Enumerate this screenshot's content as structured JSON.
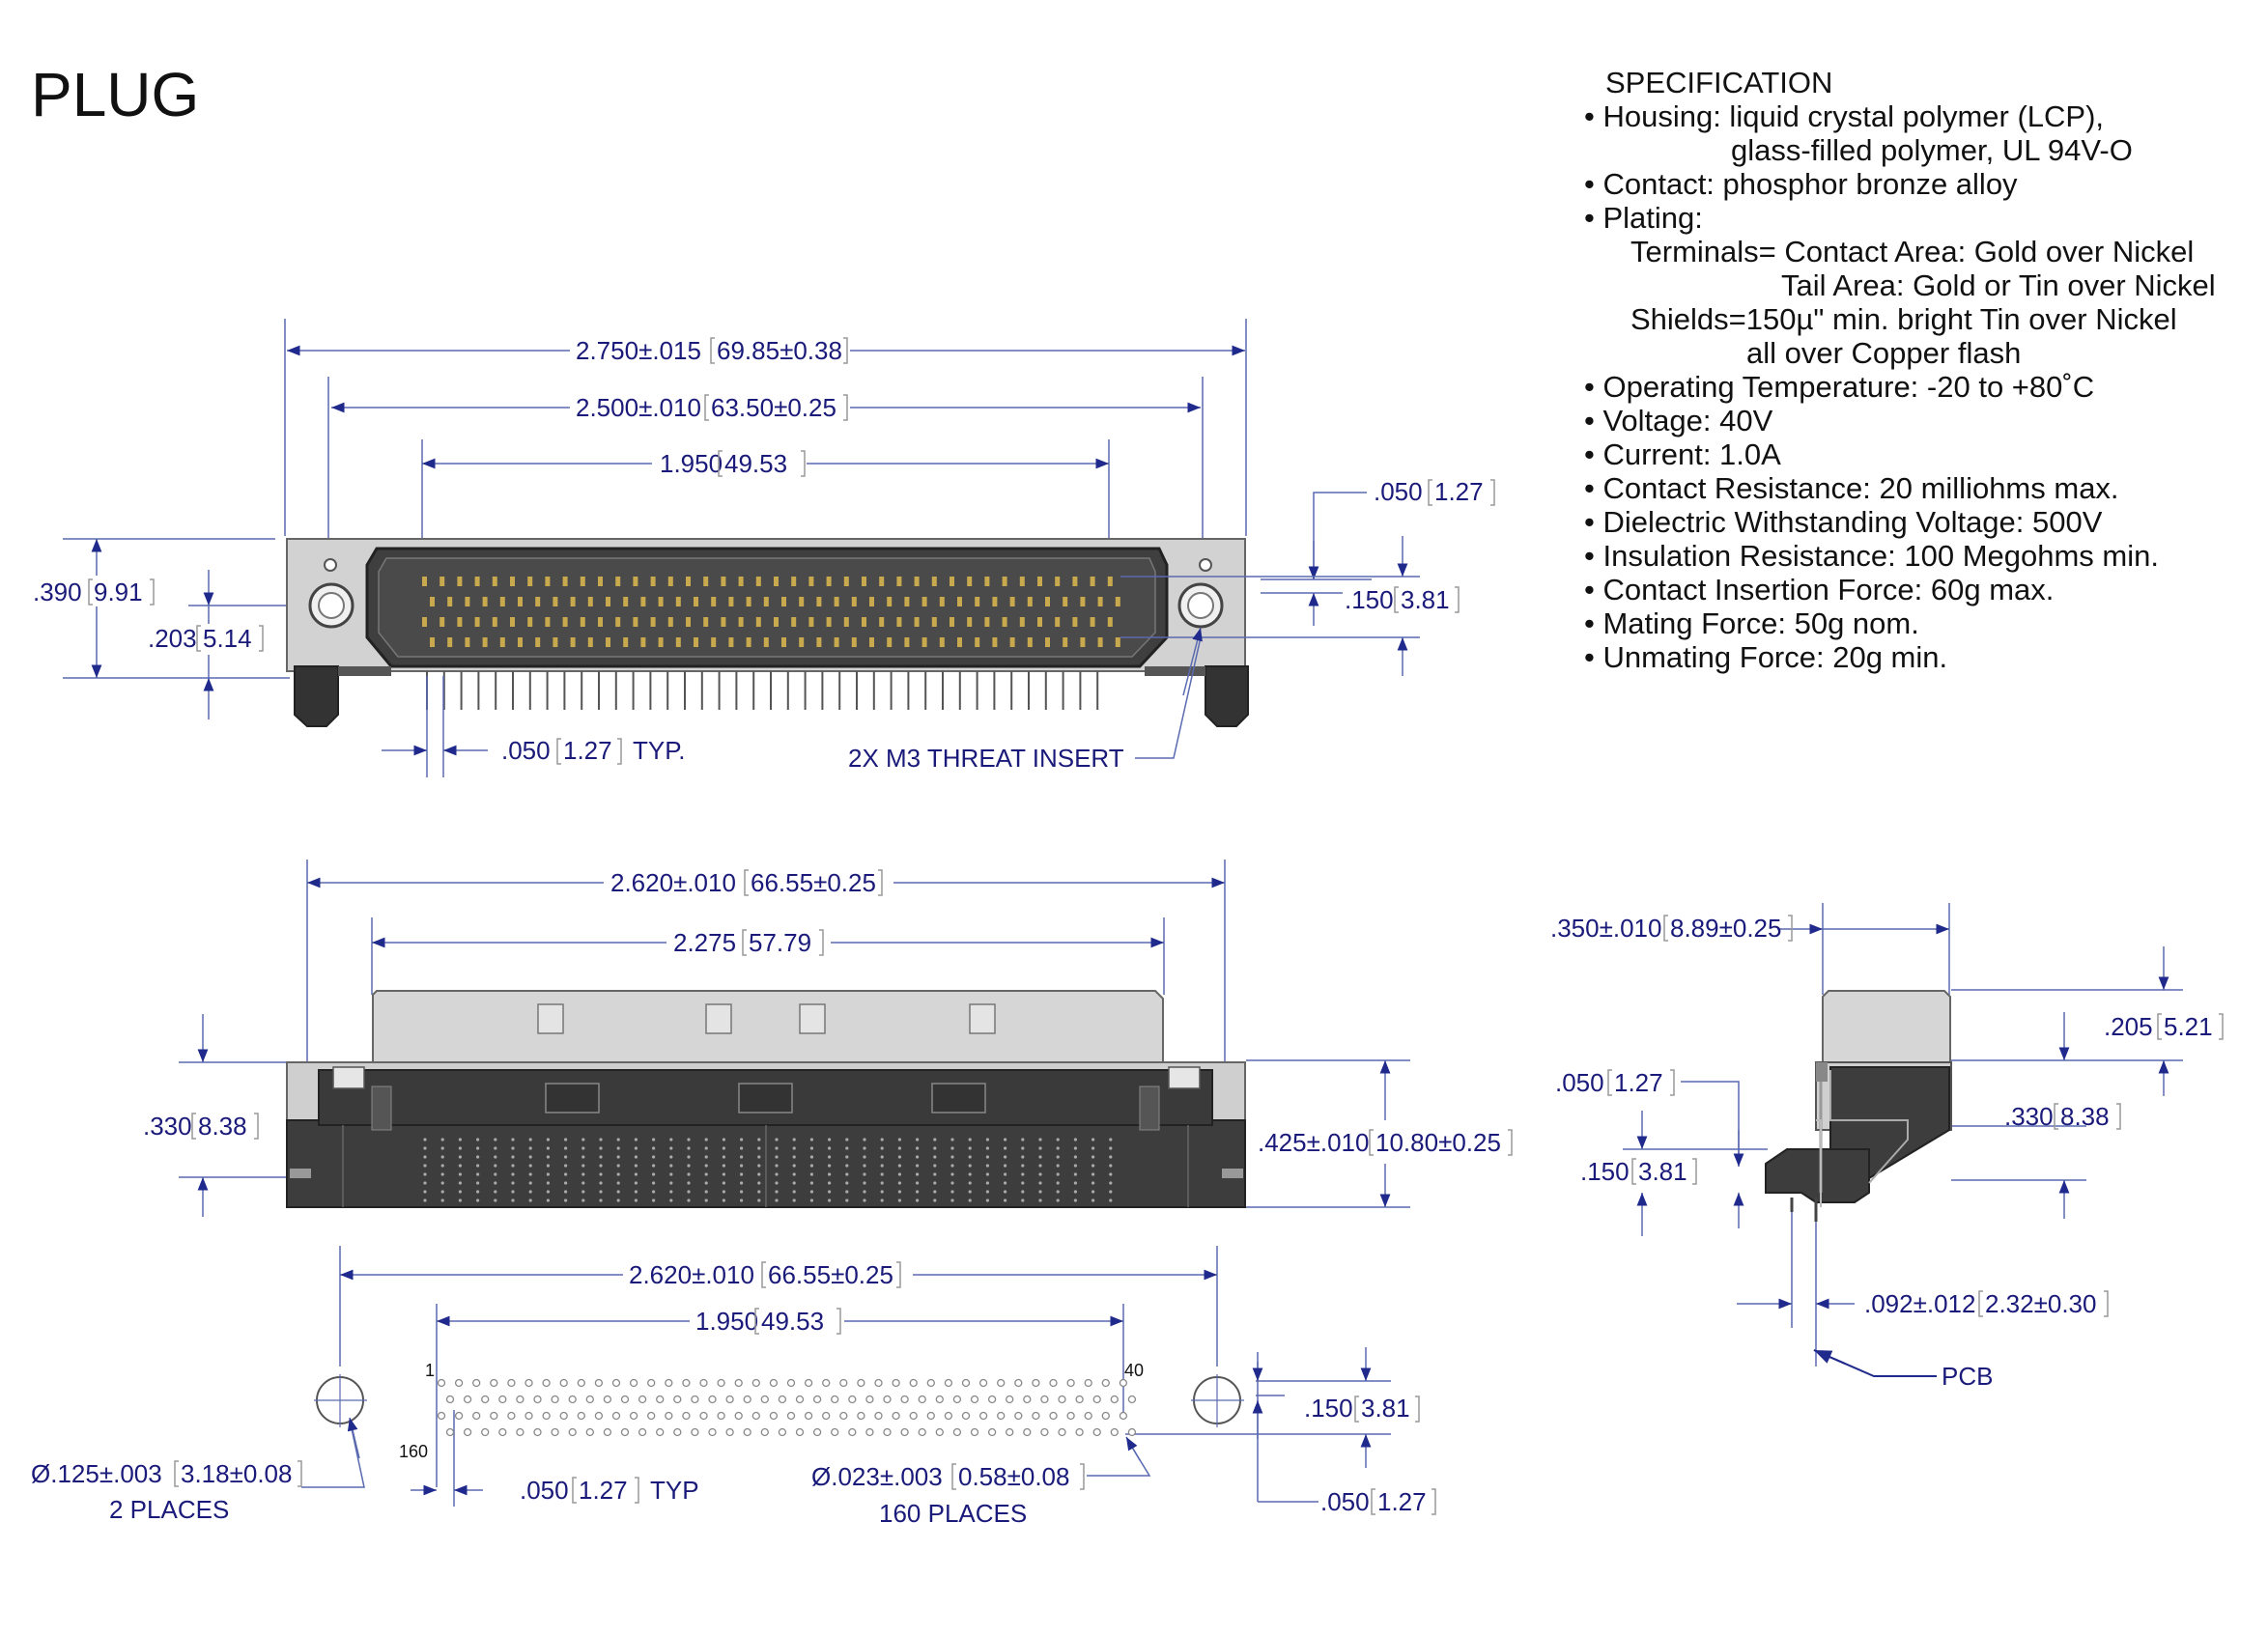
{
  "title": "PLUG",
  "specification": {
    "heading": "SPECIFICATION",
    "lines": [
      "• Housing: liquid crystal polymer (LCP),",
      "glass-filled polymer, UL 94V-O",
      "• Contact:  phosphor bronze alloy",
      "• Plating:",
      "Terminals= Contact Area: Gold over Nickel",
      "Tail Area: Gold or Tin over Nickel",
      "Shields=150µ\" min. bright Tin over Nickel",
      "all over Copper flash",
      "• Operating Temperature: -20 to +80˚C",
      "• Voltage: 40V",
      "• Current: 1.0A",
      "• Contact Resistance: 20 milliohms max.",
      "• Dielectric Withstanding Voltage: 500V",
      "• Insulation Resistance: 100 Megohms min.",
      "• Contact Insertion Force: 60g max.",
      "• Mating Force: 50g nom.",
      "• Unmating Force: 20g min."
    ]
  },
  "front_view": {
    "dim_overall_in": "2.750±.015",
    "dim_overall_mm": "69.85±0.38",
    "dim_holes_in": "2.500±.010",
    "dim_holes_mm": "63.50±0.25",
    "dim_contacts_in": "1.950",
    "dim_contacts_mm": "49.53",
    "dim_height_in": ".390",
    "dim_height_mm": "9.91",
    "dim_hole_center_in": ".203",
    "dim_hole_center_mm": "5.14",
    "dim_top_gap_in": ".050",
    "dim_top_gap_mm": "1.27",
    "dim_row_span_in": ".150",
    "dim_row_span_mm": "3.81",
    "dim_pitch_in": ".050",
    "dim_pitch_mm": "1.27",
    "dim_pitch_suffix": "TYP.",
    "insert_note": "2X M3 THREAT INSERT"
  },
  "side_view": {
    "dim_body_in": "2.620±.010",
    "dim_body_mm": "66.55±0.25",
    "dim_shroud_in": "2.275",
    "dim_shroud_mm": "57.79",
    "dim_flange_in": ".330",
    "dim_flange_mm": "8.38",
    "dim_height_in": ".425±.010",
    "dim_height_mm": "10.80±0.25"
  },
  "pcb_layout": {
    "dim_holes_in": "2.620±.010",
    "dim_holes_mm": "66.55±0.25",
    "dim_contacts_in": "1.950",
    "dim_contacts_mm": "49.53",
    "pin_first": "1",
    "pin_row_end": "40",
    "pin_last": "160",
    "dim_rows_in": ".150",
    "dim_rows_mm": "3.81",
    "dim_offset_in": ".050",
    "dim_offset_mm": "1.27",
    "dim_pitch_in": ".050",
    "dim_pitch_mm": "1.27",
    "dim_pitch_suffix": "TYP",
    "mount_hole_in": "Ø.125±.003",
    "mount_hole_mm": "3.18±0.08",
    "mount_hole_note": "2 PLACES",
    "pin_hole_in": "Ø.023±.003",
    "pin_hole_mm": "0.58±0.08",
    "pin_hole_note": "160 PLACES"
  },
  "end_view": {
    "dim_width_in": ".350±.010",
    "dim_width_mm": "8.89±0.25",
    "dim_top_in": ".205",
    "dim_top_mm": "5.21",
    "dim_flange_in": ".330",
    "dim_flange_mm": "8.38",
    "dim_tail_in": ".050",
    "dim_tail_mm": "1.27",
    "dim_tail_row_in": ".150",
    "dim_tail_row_mm": "3.81",
    "dim_standoff_in": ".092±.012",
    "dim_standoff_mm": "2.32±0.30",
    "pcb_label": "PCB"
  },
  "colors": {
    "dimension_text": "#1a1a7a",
    "dimension_line": "#5a6ab0",
    "housing_dark": "#3d3d3d",
    "shell_light": "#d0d0d0",
    "contact_gold": "#c8a94e"
  }
}
